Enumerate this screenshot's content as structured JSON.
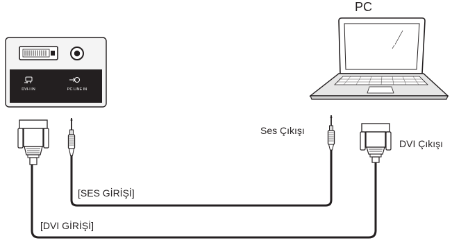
{
  "labels": {
    "pc": "PC",
    "audio_out": "Ses Çıkışı",
    "dvi_out": "DVI Çıkışı",
    "audio_in": "[SES GİRİŞİ]",
    "dvi_in": "[DVI GİRİŞİ]"
  },
  "panel": {
    "dvi_port_label": "DVI-I IN",
    "line_port_label": "PC LINE IN"
  },
  "colors": {
    "stroke": "#231f20",
    "panel_dark": "#231f20",
    "panel_light": "#f4f4f4",
    "laptop_body": "#e6e6e6"
  }
}
